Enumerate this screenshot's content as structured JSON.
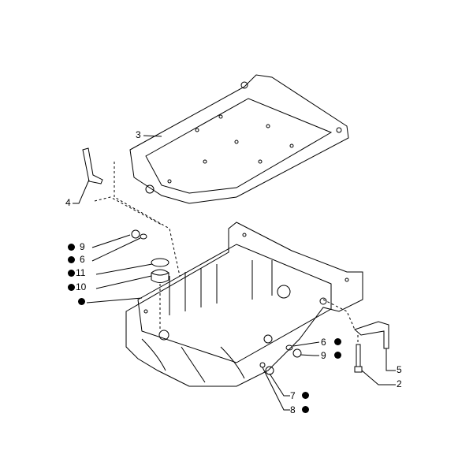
{
  "diagram": {
    "callouts": [
      {
        "id": "c3",
        "number": "3",
        "bullet": false
      },
      {
        "id": "c4",
        "number": "4",
        "bullet": false
      },
      {
        "id": "c9a",
        "number": "9",
        "bullet": true
      },
      {
        "id": "c6a",
        "number": "6",
        "bullet": true
      },
      {
        "id": "c11",
        "number": "11",
        "bullet": true
      },
      {
        "id": "c10",
        "number": "10",
        "bullet": true
      },
      {
        "id": "cdot",
        "number": "",
        "bullet": true
      },
      {
        "id": "c6b",
        "number": "6",
        "bullet": true
      },
      {
        "id": "c9b",
        "number": "9",
        "bullet": true
      },
      {
        "id": "c7",
        "number": "7",
        "bullet": true
      },
      {
        "id": "c8",
        "number": "8",
        "bullet": true
      },
      {
        "id": "c5",
        "number": "5",
        "bullet": false
      },
      {
        "id": "c2",
        "number": "2",
        "bullet": false
      }
    ]
  }
}
